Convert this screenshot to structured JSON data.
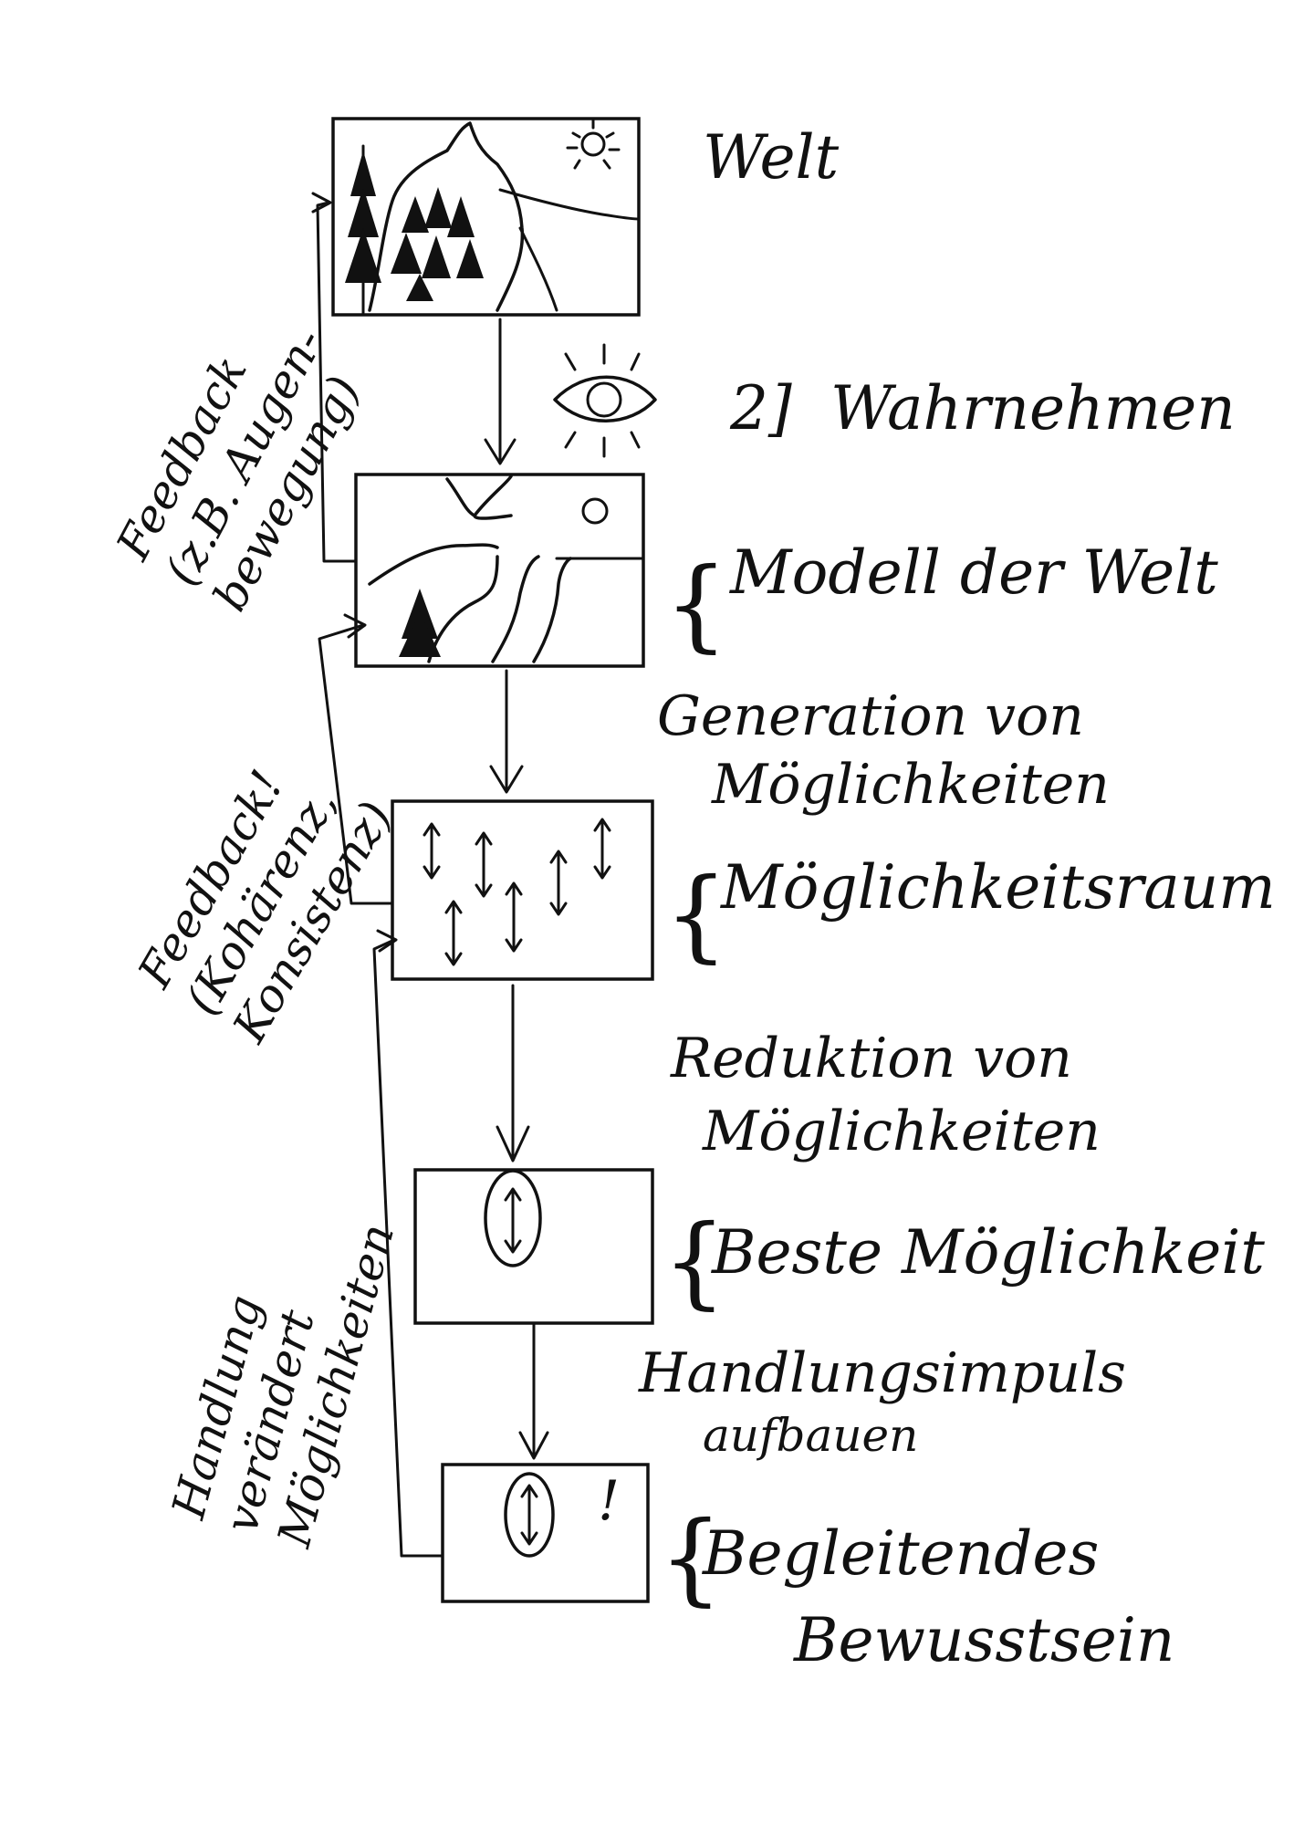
{
  "labels": {
    "welt": "Welt",
    "wahrnehmen_marker": "2]",
    "wahrnehmen": "Wahrnehmen",
    "modell": "Modell der Welt",
    "generation_line1": "Generation von",
    "generation_line2": "Möglichkeiten",
    "moeglichkeitsraum": "Möglichkeitsraum",
    "reduktion_line1": "Reduktion von",
    "reduktion_line2": "Möglichkeiten",
    "beste": "Beste Möglichkeit",
    "impuls_line1": "Handlungsimpuls",
    "impuls_line2": "aufbauen",
    "bewusstsein_line1": "Begleitendes",
    "bewusstsein_line2": "Bewusstsein",
    "exclamation": "!"
  },
  "feedback": {
    "fb1_line1": "Feedback",
    "fb1_line2": "(z.B. Augen-",
    "fb1_line3": "bewegung)",
    "fb2_line1": "Feedback!",
    "fb2_line2": "(Kohärenz,",
    "fb2_line3": "Konsistenz)",
    "fb3_line1": "Handlung",
    "fb3_line2": "verändert",
    "fb3_line3": "Möglichkeiten"
  }
}
